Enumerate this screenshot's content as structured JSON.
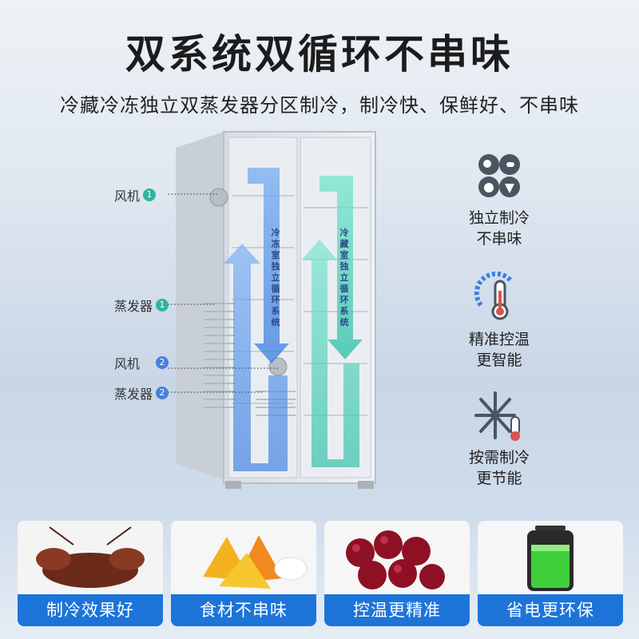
{
  "title": "双系统双循环不串味",
  "subtitle": "冷藏冷冻独立双蒸发器分区制冷，制冷快、保鲜好、不串味",
  "callouts": [
    {
      "label": "风机",
      "num": "1"
    },
    {
      "label": "蒸发器",
      "num": "1"
    },
    {
      "label": "风机",
      "num": "2"
    },
    {
      "label": "蒸发器",
      "num": "2"
    }
  ],
  "loops": {
    "left": "冷冻室独立循环系统",
    "right": "冷藏室独立循环系统"
  },
  "features": [
    {
      "icon": "food-categories-icon",
      "line1": "独立制冷",
      "line2": "不串味"
    },
    {
      "icon": "thermometer-dial-icon",
      "line1": "精准控温",
      "line2": "更智能"
    },
    {
      "icon": "snowflake-thermometer-icon",
      "line1": "按需制冷",
      "line2": "更节能"
    }
  ],
  "cards": [
    {
      "label": "制冷效果好",
      "icon": "lobster-photo"
    },
    {
      "label": "食材不串味",
      "icon": "starfruit-photo"
    },
    {
      "label": "控温更精准",
      "icon": "cherries-photo"
    },
    {
      "label": "省电更环保",
      "icon": "battery-photo"
    }
  ],
  "colors": {
    "accent_blue": "#1d74d8",
    "teal": "#2fb5a0",
    "badge_blue": "#4a7fd6"
  }
}
